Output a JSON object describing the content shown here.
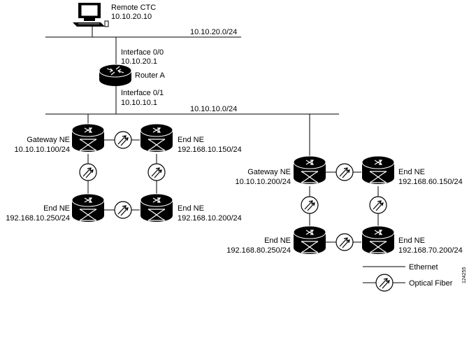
{
  "diagram": {
    "remote_ctc": {
      "name": "Remote CTC",
      "ip": "10.10.20.10",
      "icon": "workstation-icon"
    },
    "networks": {
      "upper_subnet": "10.10.20.0/24",
      "lower_subnet": "10.10.10.0/24"
    },
    "router": {
      "name": "Router A",
      "icon": "router-icon",
      "interface_top_name": "Interface 0/0",
      "interface_top_ip": "10.10.20.1",
      "interface_bottom_name": "Interface 0/1",
      "interface_bottom_ip": "10.10.10.1"
    },
    "left_ring": {
      "gateway": {
        "name": "Gateway NE",
        "ip": "10.10.10.100/24"
      },
      "end_ne_top_right": {
        "name": "End NE",
        "ip": "192.168.10.150/24"
      },
      "end_ne_bottom_left": {
        "name": "End NE",
        "ip": "192.168.10.250/24"
      },
      "end_ne_bottom_right": {
        "name": "End NE",
        "ip": "192.168.10.200/24"
      }
    },
    "right_ring": {
      "gateway": {
        "name": "Gateway NE",
        "ip": "10.10.10.200/24"
      },
      "end_ne_top_right": {
        "name": "End NE",
        "ip": "192.168.60.150/24"
      },
      "end_ne_bottom_left": {
        "name": "End NE",
        "ip": "192.168.80.250/24"
      },
      "end_ne_bottom_right": {
        "name": "End NE",
        "ip": "192.168.70.200/24"
      }
    },
    "legend": {
      "ethernet": "Ethernet",
      "optical_fiber": "Optical Fiber"
    },
    "figure_id": "124255",
    "icons": {
      "node": "ne-cylinder-icon",
      "fiber": "optical-fiber-icon"
    }
  }
}
